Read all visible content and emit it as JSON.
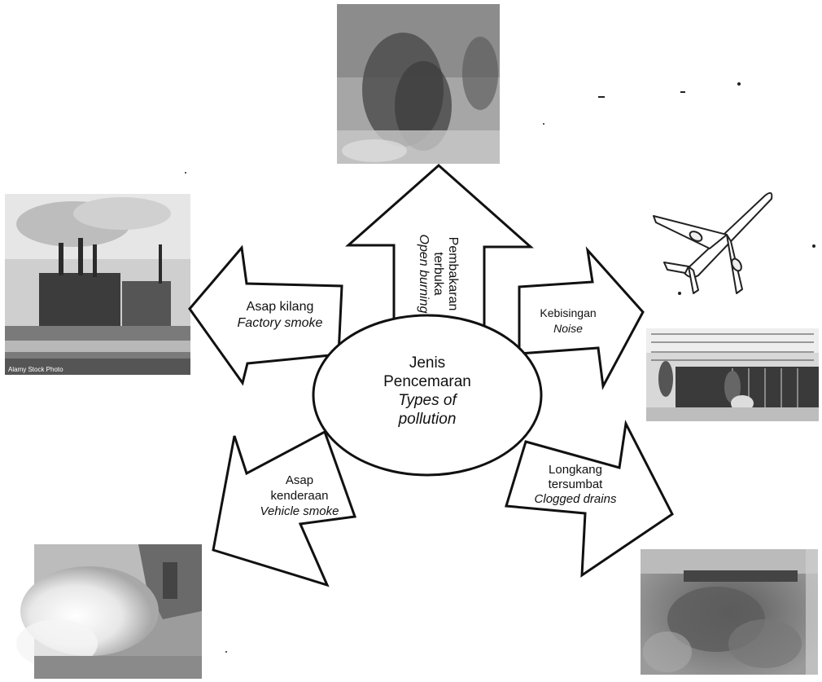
{
  "center": {
    "title_line1": "Jenis",
    "title_line2": "Pencemaran",
    "subtitle_line1": "Types of",
    "subtitle_line2": "pollution"
  },
  "arrows": [
    {
      "id": "open-burning",
      "ms_line1": "Pembakaran",
      "ms_line2": "terbuka",
      "en": "Open burning"
    },
    {
      "id": "noise",
      "ms": "Kebisingan",
      "en": "Noise"
    },
    {
      "id": "clogged-drains",
      "ms_line1": "Longkang",
      "ms_line2": "tersumbat",
      "en": "Clogged drains"
    },
    {
      "id": "vehicle-smoke",
      "ms_line1": "Asap",
      "ms_line2": "kenderaan",
      "en": "Vehicle smoke"
    },
    {
      "id": "factory-smoke",
      "ms": "Asap kilang",
      "en": "Factory smoke"
    }
  ],
  "photos": {
    "factory_watermark": "Alamy Stock Photo"
  }
}
